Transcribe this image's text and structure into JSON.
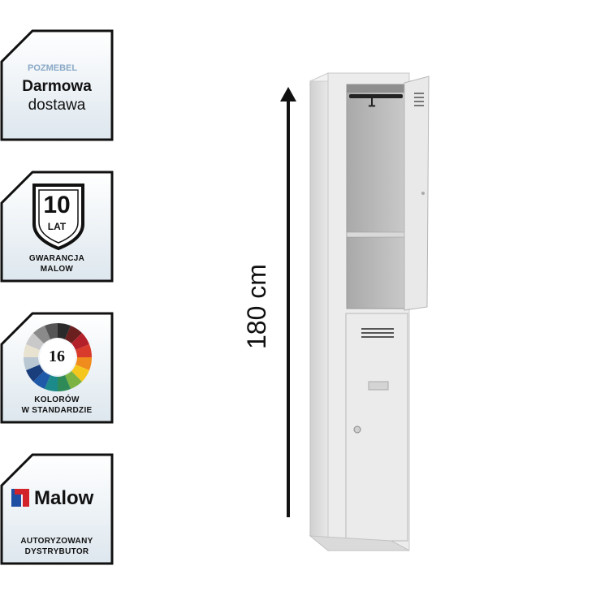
{
  "badges": {
    "delivery": {
      "logo": "POZMEBEL",
      "line1": "Darmowa",
      "line2": "dostawa"
    },
    "warranty": {
      "number": "10",
      "unit": "LAT",
      "line1": "GWARANCJA",
      "line2": "MALOW"
    },
    "colors": {
      "number": "16",
      "line1": "KOLORÓW",
      "line2": "W STANDARDZIE"
    },
    "brand": {
      "name": "Malow",
      "line1": "AUTORYZOWANY",
      "line2": "DYSTRYBUTOR"
    }
  },
  "height_label": "180 cm",
  "colors": {
    "badge_border": "#111111",
    "badge_fill_top": "#ffffff",
    "badge_fill_bottom": "#dde7ee",
    "locker_body": "#e6e6e6",
    "arrow": "#111111"
  }
}
